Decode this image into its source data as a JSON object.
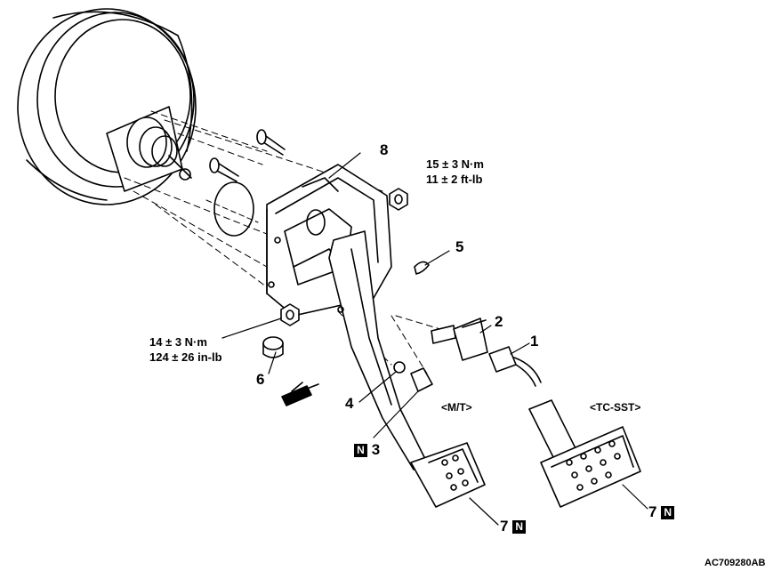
{
  "callouts": {
    "c1": "1",
    "c2": "2",
    "c3": "3",
    "c4": "4",
    "c5": "5",
    "c6": "6",
    "c7a": "7",
    "c7b": "7",
    "c8": "8"
  },
  "badges": {
    "n_symbol": "N"
  },
  "torque_specs": {
    "upper": {
      "line1": "15 ± 3 N·m",
      "line2": "11 ± 2 ft-lb"
    },
    "lower": {
      "line1": "14 ± 3 N·m",
      "line2": "124 ± 26 in-lb"
    }
  },
  "variants": {
    "mt": "<M/T>",
    "tcsst": "<TC-SST>"
  },
  "figure_code": "AC709280AB"
}
